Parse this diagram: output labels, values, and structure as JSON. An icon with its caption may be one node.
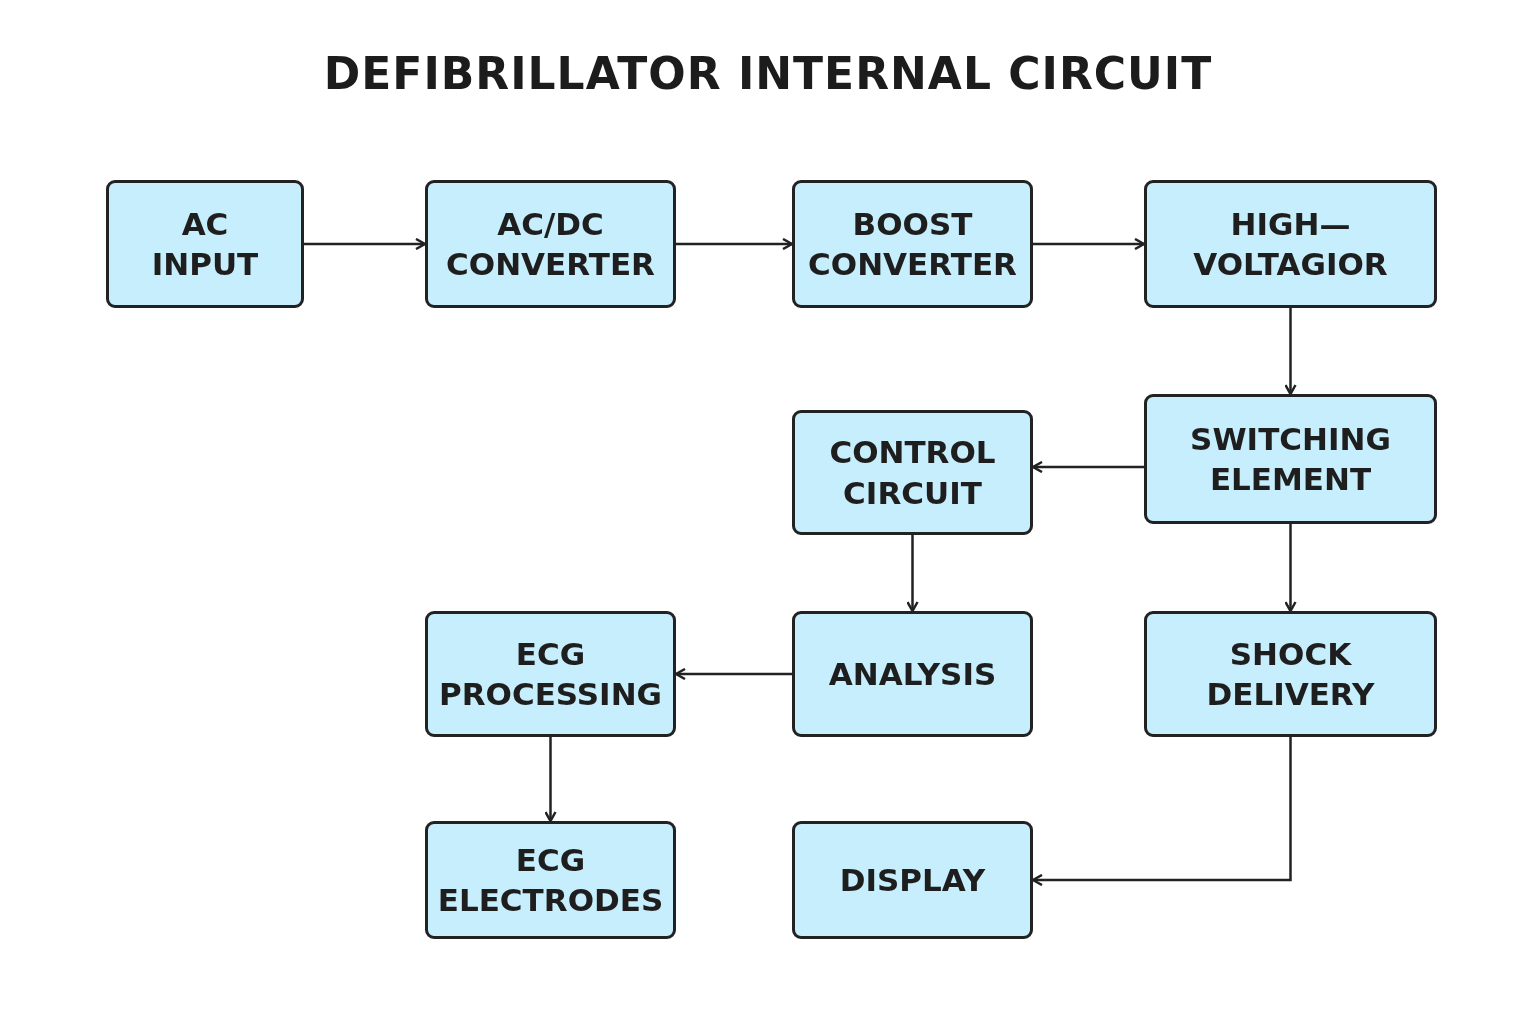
{
  "diagram": {
    "title": "DEFIBRILLATOR INTERNAL CIRCUIT",
    "nodes": [
      {
        "text": [
          "AC INPUT"
        ]
      },
      {
        "text": [
          "AC/DC CONVERTER"
        ]
      },
      {
        "text": [
          "BOOST CONVERTER"
        ]
      },
      {
        "text": [
          "HIGH— VOLTAGIOR"
        ]
      },
      {
        "text": [
          "CONTROL CIRCUIT"
        ]
      },
      {
        "text": [
          "SWITCHING ELEMENT"
        ]
      },
      {
        "text": [
          "ECG PROCESSING"
        ]
      },
      {
        "text": [
          "ANALYSIS"
        ]
      },
      {
        "text": [
          "SHOCK DELIVERY"
        ]
      },
      {
        "text": [
          "ECG ELECTRODES"
        ]
      },
      {
        "text": [
          "DISPLAY"
        ]
      }
    ],
    "edges": [
      {
        "from": 0,
        "to": 1,
        "arrow": "to"
      },
      {
        "from": 1,
        "to": 2,
        "arrow": "to"
      },
      {
        "from": 2,
        "to": 3,
        "arrow": "to"
      },
      {
        "from": 3,
        "to": 5,
        "arrow": "to"
      },
      {
        "from": 5,
        "to": 4,
        "arrow": "to"
      },
      {
        "from": 4,
        "to": 7,
        "arrow": "to"
      },
      {
        "from": 7,
        "to": 6,
        "arrow": "to"
      },
      {
        "from": 6,
        "to": 9,
        "arrow": "to"
      },
      {
        "from": 5,
        "to": 8,
        "arrow": "to"
      },
      {
        "from": 8,
        "to": 10,
        "arrow": "to"
      }
    ]
  }
}
